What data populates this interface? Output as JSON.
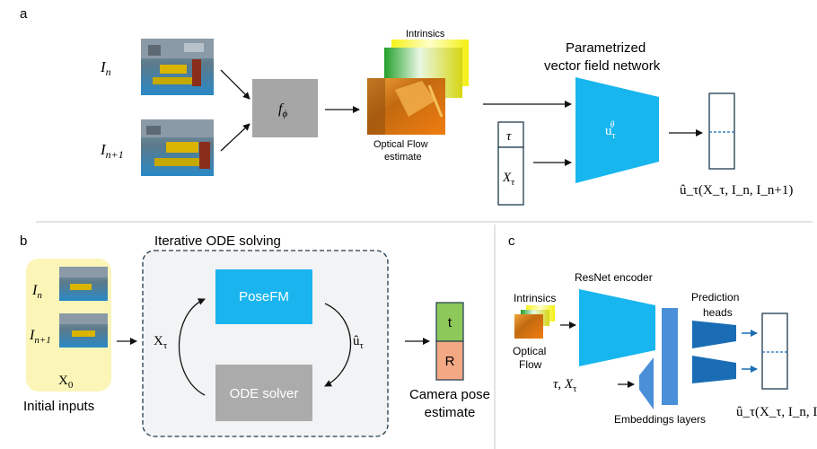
{
  "panel_a": {
    "label": "a",
    "input_n": "I_n",
    "input_n1": "I_{n+1}",
    "f_phi": "f_ϕ",
    "intrinsics": "Intrinsics",
    "optical_flow_line1": "Optical Flow",
    "optical_flow_line2": "estimate",
    "network_title_line1": "Parametrized",
    "network_title_line2": "vector field network",
    "tau": "τ",
    "x_tau": "X_τ",
    "u_theta": "u_τ^θ",
    "output": "û_τ(X_τ, I_n, I_n+1)"
  },
  "panel_b": {
    "label": "b",
    "iterative_title": "Iterative ODE solving",
    "input_n": "I_n",
    "input_n1": "I_{n+1}",
    "x0": "X_0",
    "initial_inputs": "Initial inputs",
    "x_tau": "X_τ",
    "posefm": "PoseFM",
    "ode_solver": "ODE solver",
    "u_hat": "û_τ",
    "t": "t",
    "r": "R",
    "camera_pose_line1": "Camera pose",
    "camera_pose_line2": "estimate"
  },
  "panel_c": {
    "label": "c",
    "resnet": "ResNet encoder",
    "intrinsics": "Intrinsics",
    "optical_line1": "Optical",
    "optical_line2": "Flow",
    "tau_x": "τ, X_τ",
    "prediction_line1": "Prediction",
    "prediction_line2": "heads",
    "embeddings": "Embeddings layers",
    "output": "û_τ(X_τ, I_n, I_n+"
  },
  "colors": {
    "network_blue": "#17b6ef",
    "posefm_blue": "#1ab5ef",
    "ode_gray": "#ababab",
    "f_phi_gray": "#a6a6a6",
    "highlight_yellow": "#fbf6b8",
    "t_green": "#8dc85a",
    "r_salmon": "#f4a985",
    "embed_blue": "#4a90d9",
    "head_blue": "#1a6db5"
  }
}
